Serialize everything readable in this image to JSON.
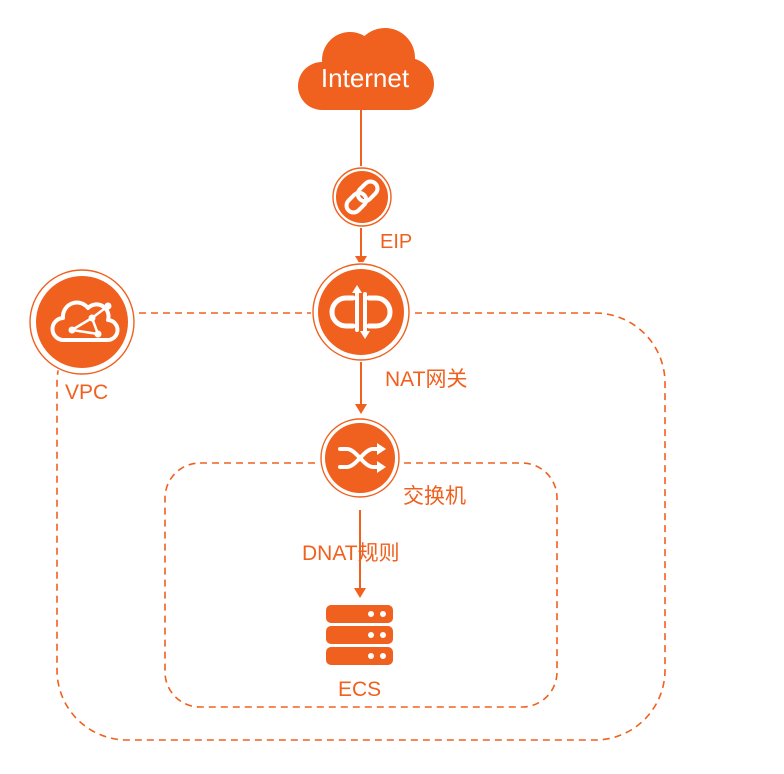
{
  "diagram": {
    "internet": {
      "label": "Internet",
      "icon": "cloud-icon"
    },
    "eip": {
      "label": "EIP",
      "icon": "link-icon"
    },
    "nat_gateway": {
      "label": "NAT网关",
      "icon": "gateway-icon"
    },
    "vswitch": {
      "label": "交换机",
      "icon": "shuffle-icon"
    },
    "ecs": {
      "label": "ECS",
      "icon": "server-icon"
    },
    "vpc": {
      "label": "VPC",
      "icon": "network-cloud-icon"
    },
    "dnat_rule": {
      "label": "DNAT规则"
    }
  },
  "colors": {
    "accent": "#F0601E",
    "icon_foreground": "#FFFFFF",
    "background": "#FFFFFF"
  }
}
